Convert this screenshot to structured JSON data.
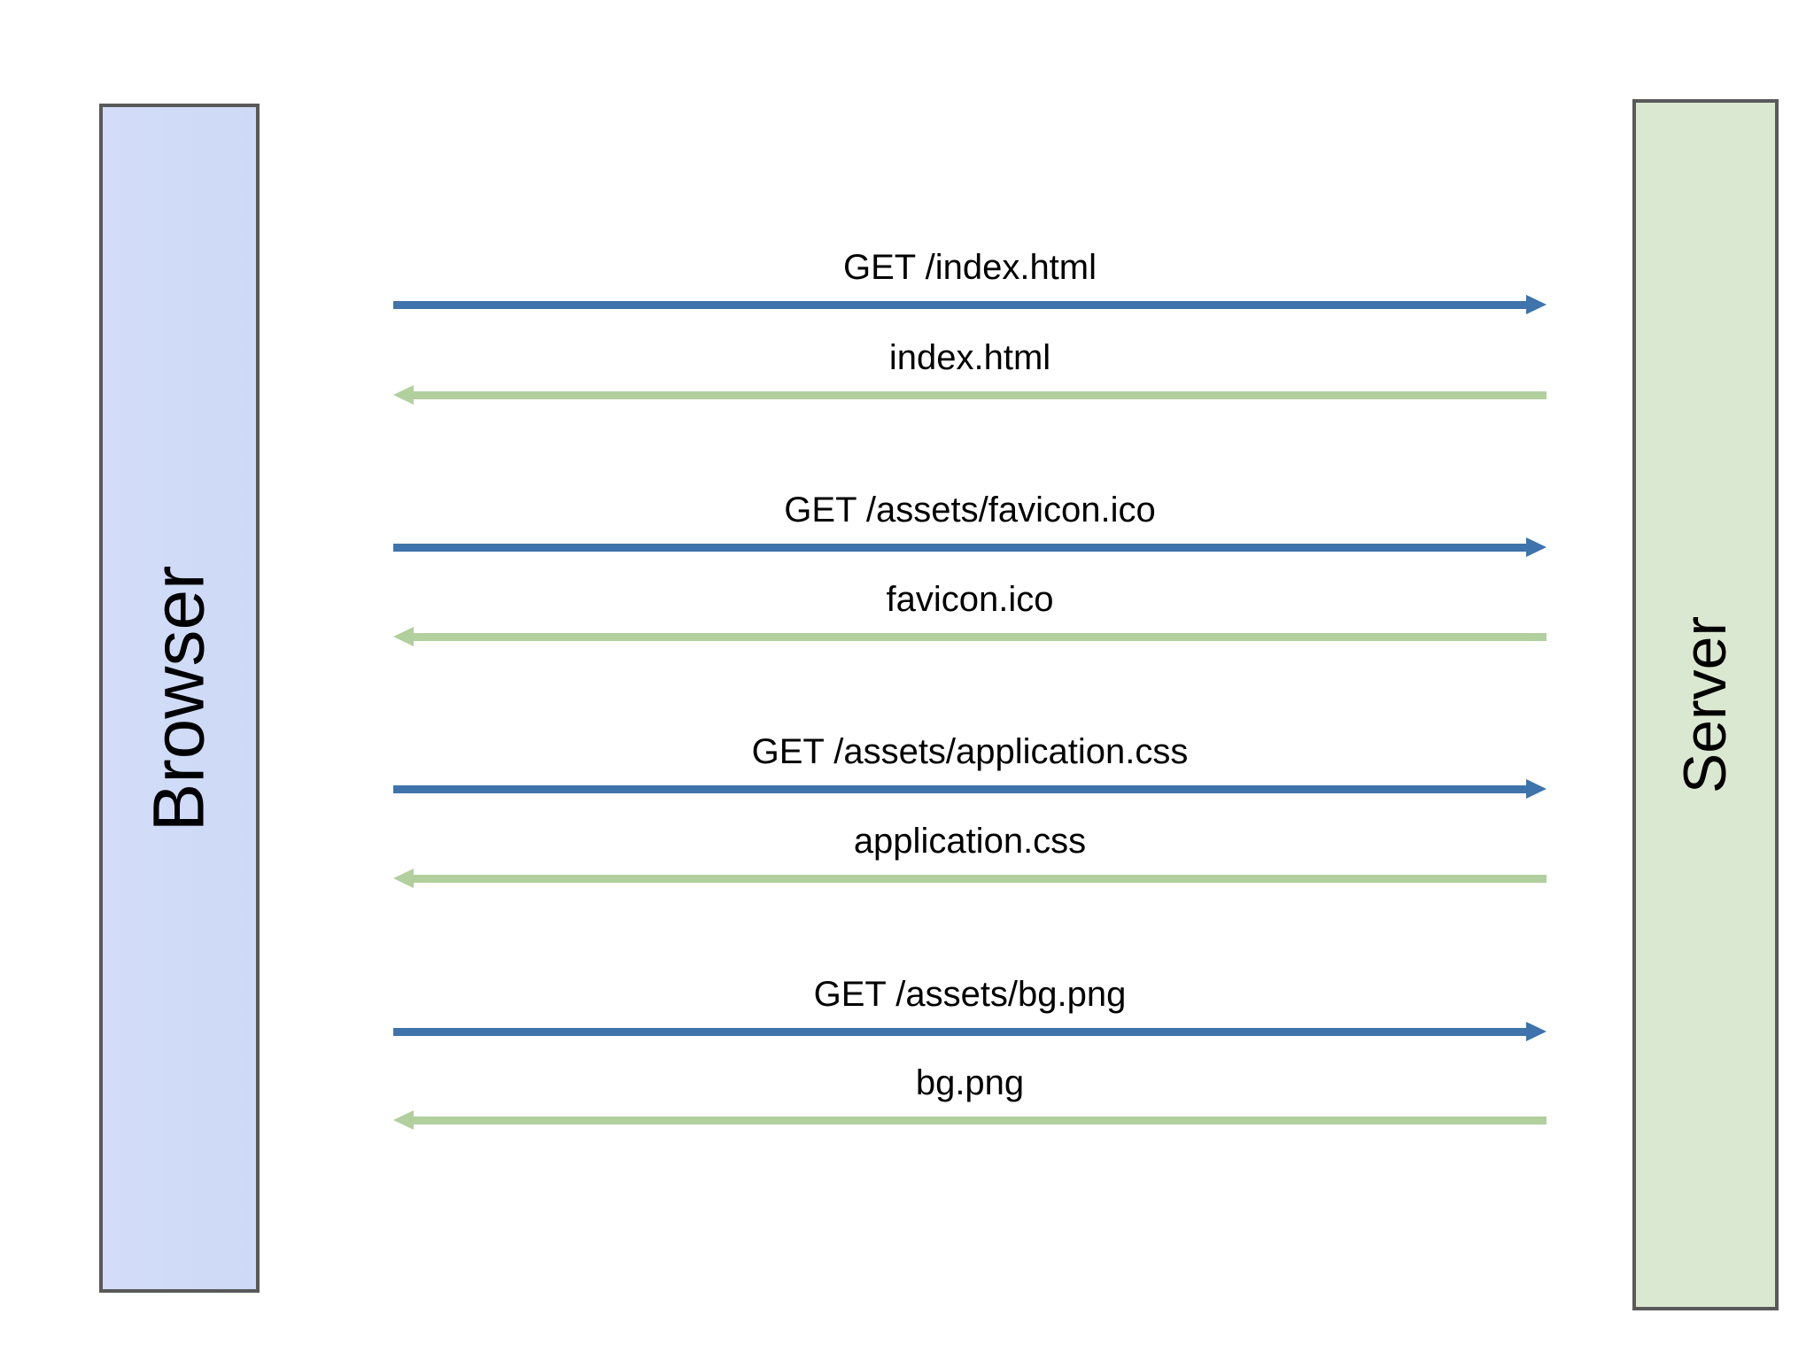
{
  "actors": [
    {
      "name": "Browser"
    },
    {
      "name": "Server"
    }
  ],
  "messages": [
    {
      "label": "GET /index.html",
      "direction": "request"
    },
    {
      "label": "index.html",
      "direction": "response"
    },
    {
      "label": "GET /assets/favicon.ico",
      "direction": "request"
    },
    {
      "label": "favicon.ico",
      "direction": "response"
    },
    {
      "label": "GET /assets/application.css",
      "direction": "request"
    },
    {
      "label": "application.css",
      "direction": "response"
    },
    {
      "label": "GET /assets/bg.png",
      "direction": "request"
    },
    {
      "label": "bg.png",
      "direction": "response"
    }
  ],
  "colors": {
    "request_color": "#3E73AB",
    "response_color": "#B2CF9E",
    "browser_fill": "#CDD9F6",
    "browser_fill_light": "#D3DDF8",
    "server_fill": "#DBE8D1",
    "box_border": "#595959",
    "label_color": "#000000"
  }
}
